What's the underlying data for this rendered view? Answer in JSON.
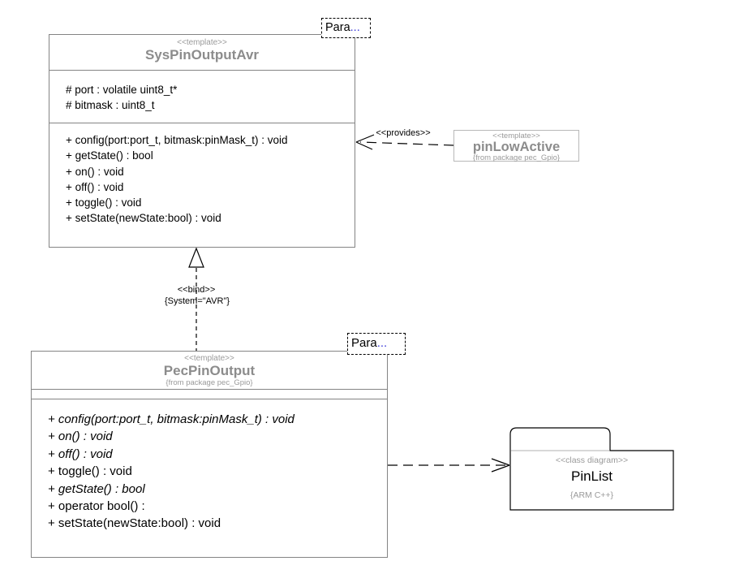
{
  "diagram": {
    "sys_class": {
      "stereotype": "<<template>>",
      "name": "SysPinOutputAvr",
      "attributes": [
        "# port : volatile uint8_t*",
        "# bitmask : uint8_t"
      ],
      "methods": [
        "+ config(port:port_t, bitmask:pinMask_t) : void",
        "+ getState() : bool",
        "+ on() : void",
        "+ off() : void",
        "+ toggle() : void",
        "+ setState(newState:bool) : void"
      ]
    },
    "pec_class": {
      "stereotype": "<<template>>",
      "name": "PecPinOutput",
      "package": "{from package pec_Gpio}",
      "methods": [
        "+ config(port:port_t, bitmask:pinMask_t) : void",
        "+ on() : void",
        "+ off() : void",
        "+ toggle() : void",
        "+ getState() : bool",
        "+ operator bool() :",
        "+ setState(newState:bool) : void"
      ]
    },
    "pin_low_active": {
      "stereotype": "<<template>>",
      "name": "pinLowActive",
      "package": "{from package pec_Gpio}"
    },
    "pin_list": {
      "stereotype": "<<class diagram>>",
      "name": "PinList",
      "tag": "{ARM C++}"
    },
    "param_tag": {
      "label": "Para",
      "ellipsis": "..."
    },
    "connectors": {
      "provides_label": "<<provides>>",
      "bind_label": "<<bind>>",
      "bind_constraint": "{System=\"AVR\"}"
    },
    "colors": {
      "node_border": "#848484",
      "muted_text": "#9a9a9a",
      "title_text": "#8c8c8c",
      "line": "#000000",
      "ellipsis_blue": "#3c3cd9"
    }
  }
}
